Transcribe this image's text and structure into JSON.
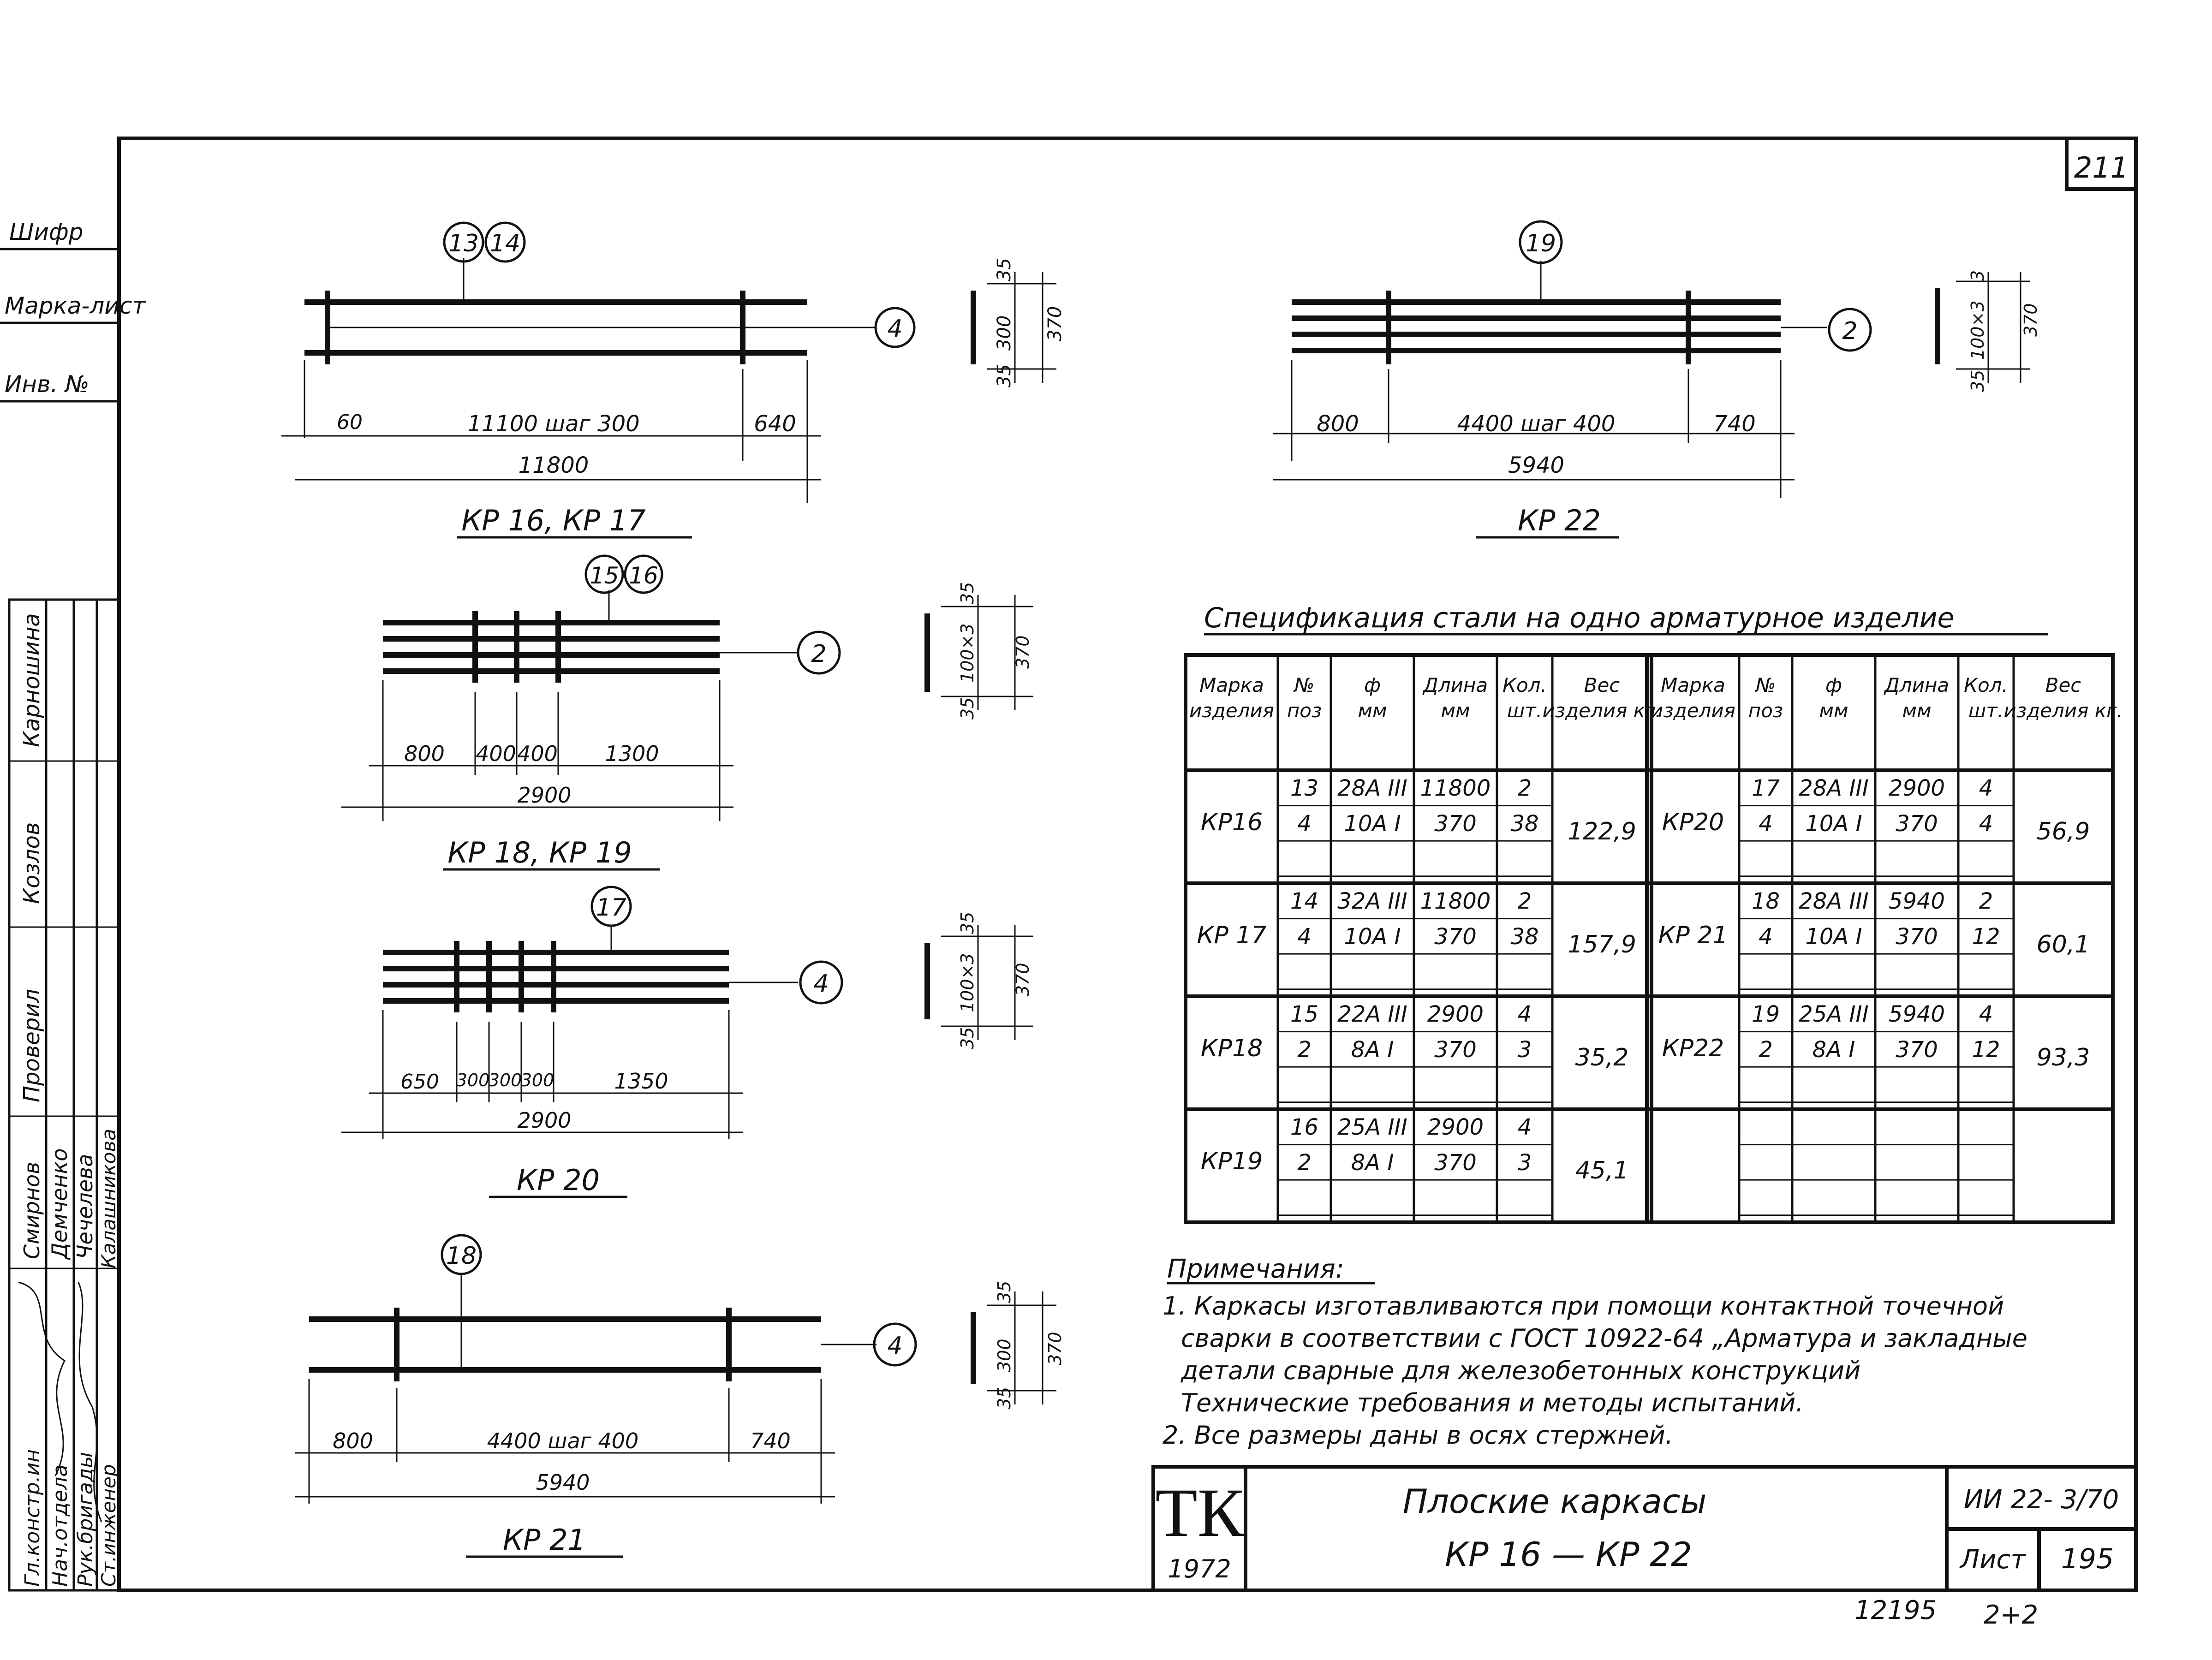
{
  "sheet": {
    "corner_number": "211",
    "left_strip": {
      "top_labels": [
        "Шифр",
        "Марка-лист",
        "Инв. №"
      ],
      "names": [
        "Карношина",
        "Козлов",
        "Проверил",
        "Смирнов",
        "Демченко",
        "Чечелева",
        "Калашникова"
      ],
      "roles": [
        "Гл.констр.ин",
        "Нач.отдела",
        "Рук.бригады",
        "Ст.инженер"
      ]
    }
  },
  "drawings": [
    {
      "title": "КР 16, КР 17",
      "position_labels": [
        "13",
        "14"
      ],
      "side_position": "4",
      "section_dims": [
        "35",
        "300",
        "35",
        "370"
      ],
      "dims_top": [
        "60",
        "11100 шаг 300",
        "640"
      ],
      "dim_total": "11800"
    },
    {
      "title": "КР 22",
      "position_labels": [
        "19"
      ],
      "side_position": "2",
      "section_dims": [
        "3",
        "100×3",
        "35",
        "370"
      ],
      "dims_top": [
        "800",
        "4400 шаг 400",
        "740"
      ],
      "dim_total": "5940"
    },
    {
      "title": "КР 18, КР 19",
      "position_labels": [
        "15",
        "16"
      ],
      "side_position": "2",
      "section_dims": [
        "35",
        "100×3",
        "35",
        "370"
      ],
      "dims_top": [
        "800",
        "400",
        "400",
        "1300"
      ],
      "dim_total": "2900"
    },
    {
      "title": "КР 20",
      "position_labels": [
        "17"
      ],
      "side_position": "4",
      "section_dims": [
        "35",
        "100×3",
        "35",
        "370"
      ],
      "dims_top": [
        "650",
        "300",
        "300",
        "300",
        "1350"
      ],
      "dim_total": "2900"
    },
    {
      "title": "КР 21",
      "position_labels": [
        "18"
      ],
      "side_position": "4",
      "section_dims": [
        "35",
        "300",
        "35",
        "370"
      ],
      "dims_top": [
        "800",
        "4400 шаг 400",
        "740"
      ],
      "dim_total": "5940"
    }
  ],
  "spec": {
    "title": "Спецификация стали на одно арматурное изделие",
    "headers": [
      "Марка изделия",
      "№ поз",
      "ф мм",
      "Длина мм",
      "Кол. шт.",
      "Вес изделия кг."
    ],
    "left": [
      {
        "mark": "КР16",
        "weight": "122,9",
        "rows": [
          [
            "13",
            "28А III",
            "11800",
            "2"
          ],
          [
            "4",
            "10А I",
            "370",
            "38"
          ]
        ]
      },
      {
        "mark": "КР 17",
        "weight": "157,9",
        "rows": [
          [
            "14",
            "32А III",
            "11800",
            "2"
          ],
          [
            "4",
            "10А I",
            "370",
            "38"
          ]
        ]
      },
      {
        "mark": "КР18",
        "weight": "35,2",
        "rows": [
          [
            "15",
            "22А III",
            "2900",
            "4"
          ],
          [
            "2",
            "8А I",
            "370",
            "3"
          ]
        ]
      },
      {
        "mark": "КР19",
        "weight": "45,1",
        "rows": [
          [
            "16",
            "25А III",
            "2900",
            "4"
          ],
          [
            "2",
            "8А I",
            "370",
            "3"
          ]
        ]
      }
    ],
    "right": [
      {
        "mark": "КР20",
        "weight": "56,9",
        "rows": [
          [
            "17",
            "28А III",
            "2900",
            "4"
          ],
          [
            "4",
            "10А I",
            "370",
            "4"
          ]
        ]
      },
      {
        "mark": "КР 21",
        "weight": "60,1",
        "rows": [
          [
            "18",
            "28А III",
            "5940",
            "2"
          ],
          [
            "4",
            "10А I",
            "370",
            "12"
          ]
        ]
      },
      {
        "mark": "КР22",
        "weight": "93,3",
        "rows": [
          [
            "19",
            "25А III",
            "5940",
            "4"
          ],
          [
            "2",
            "8А I",
            "370",
            "12"
          ]
        ]
      },
      {
        "mark": "",
        "weight": "",
        "rows": [
          [
            "",
            "",
            "",
            ""
          ],
          [
            "",
            "",
            "",
            ""
          ]
        ]
      }
    ]
  },
  "notes": {
    "title": "Примечания:",
    "lines": [
      "1. Каркасы изготавливаются при помощи контактной точечной",
      "сварки в соответствии с ГОСТ 10922-64 „Арматурa и закладные",
      "детали сварные для железобетонных конструкций",
      "Технические требования и методы испытаний.",
      "2. Все размеры даны в осях стержней."
    ]
  },
  "title_block": {
    "logo": "ТК",
    "year": "1972",
    "name_line1": "Плоские каркасы",
    "name_line2": "КР 16 — КР 22",
    "code": "ИИ 22- 3/70",
    "sheet_label": "Лист",
    "sheet_number": "195"
  },
  "footer": {
    "left": "12195",
    "right": "2+2"
  }
}
